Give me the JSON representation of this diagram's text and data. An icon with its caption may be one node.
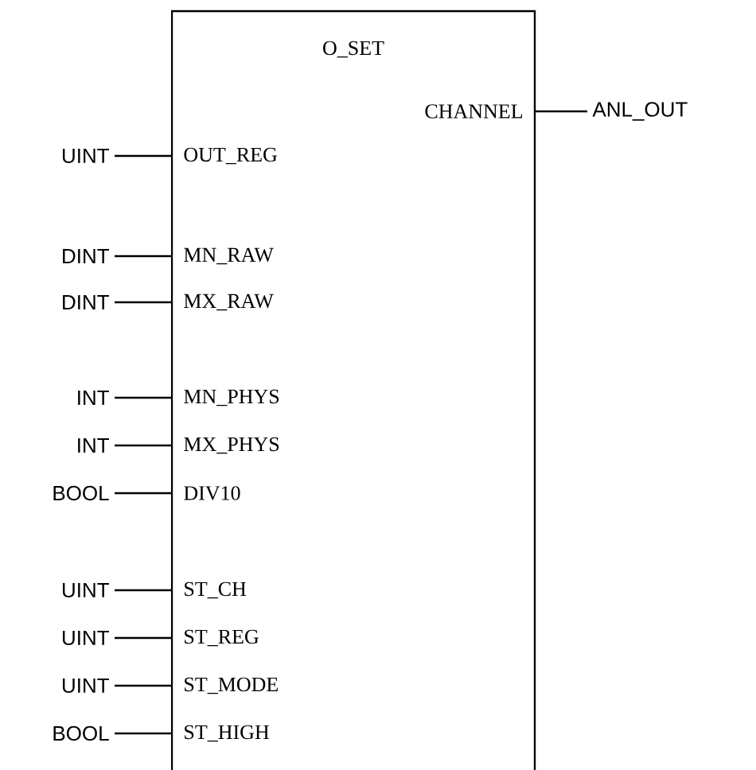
{
  "diagram": {
    "nodes": [
      {
        "text": [
          "O_SET"
        ]
      },
      {
        "text": [
          "CHANNEL"
        ],
        "in": 0
      },
      {
        "text": [
          "ANL_OUT"
        ]
      },
      {
        "text": [
          "OUT_REG"
        ],
        "in": 0
      },
      {
        "text": [
          "UINT"
        ]
      },
      {
        "text": [
          "MN_RAW"
        ],
        "in": 0
      },
      {
        "text": [
          "DINT"
        ]
      },
      {
        "text": [
          "MX_RAW"
        ],
        "in": 0
      },
      {
        "text": [
          "DINT"
        ]
      },
      {
        "text": [
          "MN_PHYS"
        ],
        "in": 0
      },
      {
        "text": [
          "INT"
        ]
      },
      {
        "text": [
          "MX_PHYS"
        ],
        "in": 0
      },
      {
        "text": [
          "INT"
        ]
      },
      {
        "text": [
          "DIV10"
        ],
        "in": 0
      },
      {
        "text": [
          "BOOL"
        ]
      },
      {
        "text": [
          "ST_CH"
        ],
        "in": 0
      },
      {
        "text": [
          "UINT"
        ]
      },
      {
        "text": [
          "ST_REG"
        ],
        "in": 0
      },
      {
        "text": [
          "UINT"
        ]
      },
      {
        "text": [
          "ST_MODE"
        ],
        "in": 0
      },
      {
        "text": [
          "UINT"
        ]
      },
      {
        "text": [
          "ST_HIGH"
        ],
        "in": 0
      },
      {
        "text": [
          "BOOL"
        ]
      }
    ],
    "edges": [
      {
        "from": 1,
        "to": 2,
        "arrow": "none"
      },
      {
        "from": 4,
        "to": 3,
        "arrow": "none"
      },
      {
        "from": 6,
        "to": 5,
        "arrow": "none"
      },
      {
        "from": 8,
        "to": 7,
        "arrow": "none"
      },
      {
        "from": 10,
        "to": 9,
        "arrow": "none"
      },
      {
        "from": 12,
        "to": 11,
        "arrow": "none"
      },
      {
        "from": 14,
        "to": 13,
        "arrow": "none"
      },
      {
        "from": 16,
        "to": 15,
        "arrow": "none"
      },
      {
        "from": 18,
        "to": 17,
        "arrow": "none"
      },
      {
        "from": 20,
        "to": 19,
        "arrow": "none"
      },
      {
        "from": 22,
        "to": 21,
        "arrow": "none"
      }
    ]
  }
}
